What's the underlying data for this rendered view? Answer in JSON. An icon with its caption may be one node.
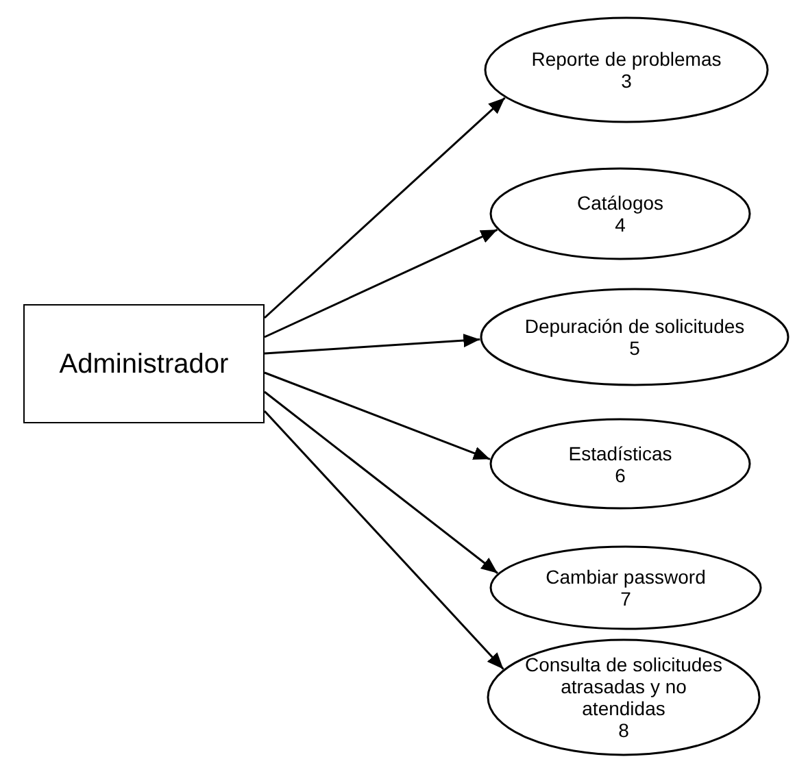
{
  "diagram": {
    "nodes": [
      {
        "text": [
          "Administrador"
        ]
      },
      {
        "text": [
          "Reporte de problemas",
          "3"
        ]
      },
      {
        "text": [
          "Catálogos",
          "4"
        ]
      },
      {
        "text": [
          "Depuración de solicitudes",
          "5"
        ]
      },
      {
        "text": [
          "Estadísticas",
          "6"
        ]
      },
      {
        "text": [
          "Cambiar password",
          "7"
        ]
      },
      {
        "text": [
          "Consulta de solicitudes atrasadas y no atendidas",
          "8"
        ]
      }
    ],
    "edges": [
      {
        "from": 0,
        "to": 1,
        "arrow": "to"
      },
      {
        "from": 0,
        "to": 2,
        "arrow": "to"
      },
      {
        "from": 0,
        "to": 3,
        "arrow": "to"
      },
      {
        "from": 0,
        "to": 4,
        "arrow": "to"
      },
      {
        "from": 0,
        "to": 5,
        "arrow": "to"
      },
      {
        "from": 0,
        "to": 6,
        "arrow": "to"
      }
    ]
  }
}
